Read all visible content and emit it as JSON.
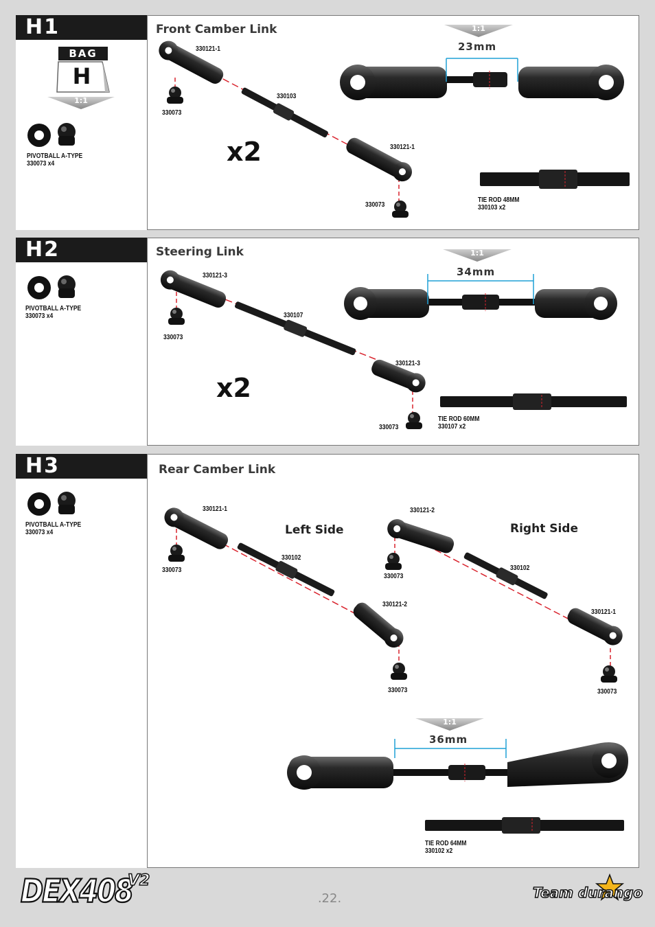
{
  "steps": [
    {
      "id": "H1",
      "title": "Front Camber Link",
      "multiplier": "x2"
    },
    {
      "id": "H2",
      "title": "Steering Link",
      "multiplier": "x2"
    },
    {
      "id": "H3",
      "title": "Rear Camber Link"
    }
  ],
  "bag": {
    "label": "BAG",
    "letter": "H",
    "scale": "1:1"
  },
  "pivotball": {
    "name": "PIVOTBALL A-TYPE",
    "code_qty": "330073  x4"
  },
  "h1": {
    "rodend_top": "330121-1",
    "rod": "330103",
    "ball_top": "330073",
    "rodend_bottom": "330121-1",
    "ball_bottom": "330073",
    "scale": "1:1",
    "dimension": "23mm",
    "part_name": "TIE ROD 48MM",
    "part_code": "330103  x2"
  },
  "h2": {
    "rodend_top": "330121-3",
    "rod": "330107",
    "ball_top": "330073",
    "rodend_bottom": "330121-3",
    "ball_bottom": "330073",
    "scale": "1:1",
    "dimension": "34mm",
    "part_name": "TIE ROD 60MM",
    "part_code": "330107  x2"
  },
  "h3": {
    "left_label": "Left Side",
    "right_label": "Right Side",
    "left": {
      "rodend_top": "330121-1",
      "ball_top": "330073",
      "rod": "330102",
      "rodend_bottom": "330121-2",
      "ball_bottom": "330073"
    },
    "right": {
      "rodend_top": "330121-2",
      "ball_top": "330073",
      "rod": "330102",
      "rodend_bottom": "330121-1",
      "ball_bottom": "330073"
    },
    "scale": "1:1",
    "dimension": "36mm",
    "part_name": "TIE ROD 64MM",
    "part_code": "330102  x2"
  },
  "footer": {
    "logo": "DEX408",
    "logo_sup": "V2",
    "page": ".22.",
    "brand": "Team durango"
  },
  "colors": {
    "dark": "#1b1b1b",
    "dimension_line": "#1ea0d6",
    "dashed": "#d9232d"
  }
}
